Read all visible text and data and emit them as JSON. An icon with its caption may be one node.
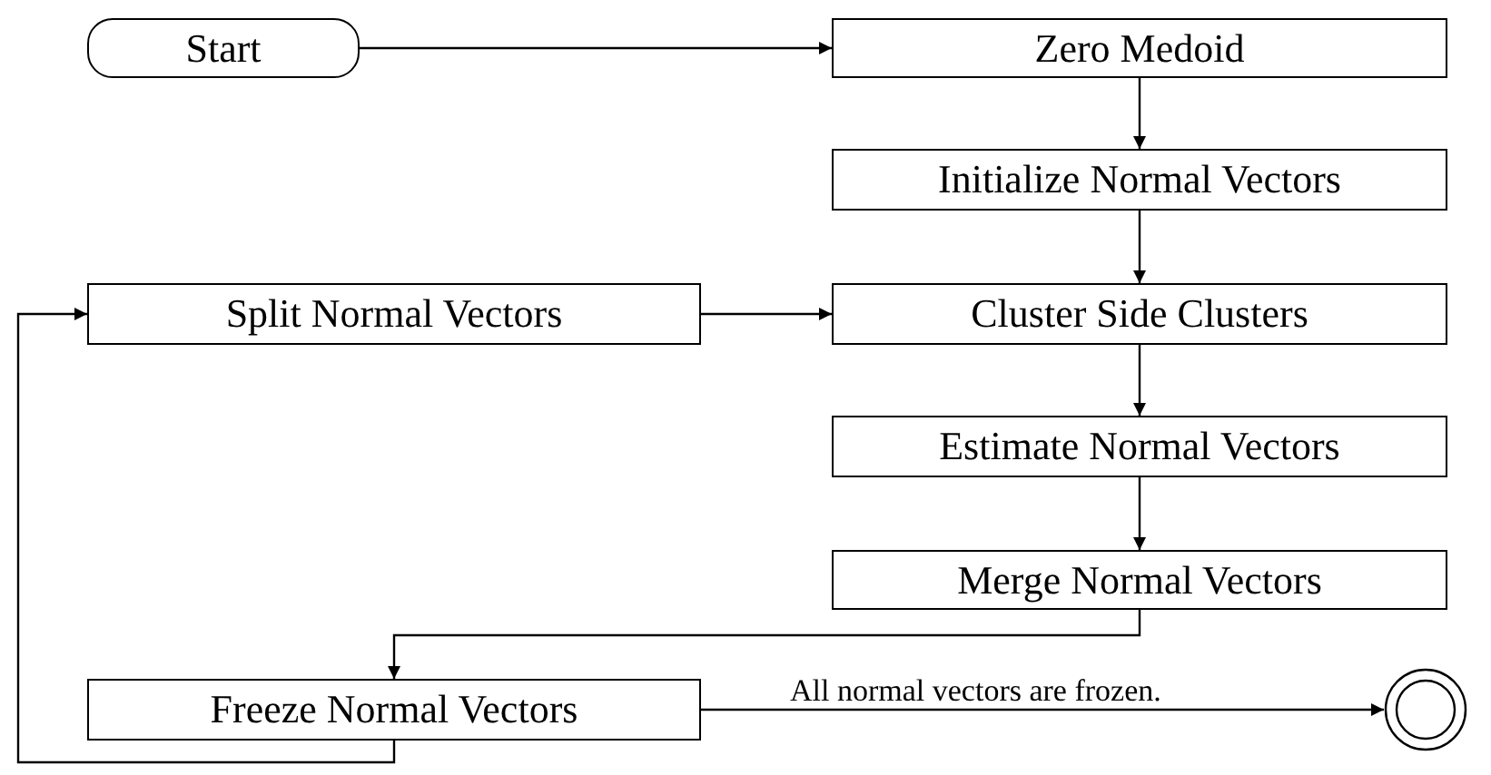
{
  "diagram": {
    "nodes": [
      {
        "text": [
          "Start"
        ]
      },
      {
        "text": [
          "Zero Medoid"
        ]
      },
      {
        "text": [
          "Initialize Normal Vectors"
        ]
      },
      {
        "text": [
          "Split Normal Vectors"
        ]
      },
      {
        "text": [
          "Cluster Side Clusters"
        ]
      },
      {
        "text": [
          "Estimate Normal Vectors"
        ]
      },
      {
        "text": [
          "Merge Normal Vectors"
        ]
      },
      {
        "text": [
          "Freeze Normal Vectors"
        ]
      },
      {
        "text": [],
        "shape": "circle"
      }
    ],
    "edges": [
      {
        "from": 0,
        "to": 1,
        "arrow": "to"
      },
      {
        "from": 1,
        "to": 2,
        "arrow": "to"
      },
      {
        "from": 2,
        "to": 4,
        "arrow": "to"
      },
      {
        "from": 3,
        "to": 4,
        "arrow": "to"
      },
      {
        "from": 4,
        "to": 5,
        "arrow": "to"
      },
      {
        "from": 5,
        "to": 6,
        "arrow": "to"
      },
      {
        "from": 6,
        "to": 7,
        "arrow": "to"
      },
      {
        "from": 7,
        "to": 8,
        "arrow": "to",
        "label": "All normal vectors are frozen."
      },
      {
        "from": 7,
        "to": 3,
        "arrow": "to"
      }
    ]
  }
}
